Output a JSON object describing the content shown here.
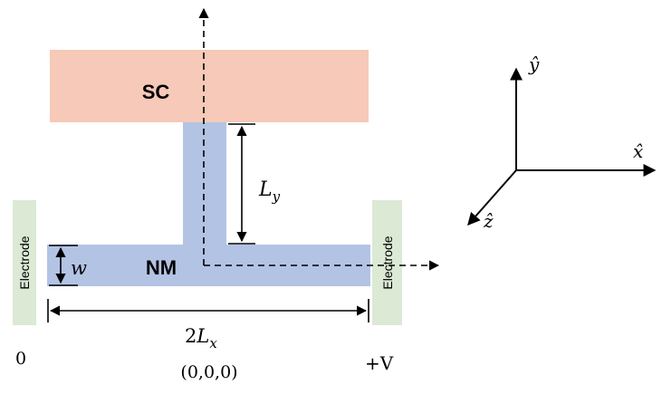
{
  "labels": {
    "sc": "SC",
    "nm": "NM",
    "electrode_left": "Electrode",
    "electrode_right": "Electrode",
    "w": "w",
    "ly_main": "L",
    "ly_sub": "y",
    "lx_coef": "2",
    "lx_main": "L",
    "lx_sub": "x",
    "origin_coords": "(0,0,0)",
    "left_potential": "0",
    "right_potential": "+V",
    "axis_y": "ŷ",
    "axis_x": "x̂",
    "axis_z": "ẑ"
  },
  "colors": {
    "sc_fill": "#f6c9b8",
    "nm_fill": "#b3c3e4",
    "electrode_fill": "#dbe9d5",
    "line": "#000000"
  }
}
